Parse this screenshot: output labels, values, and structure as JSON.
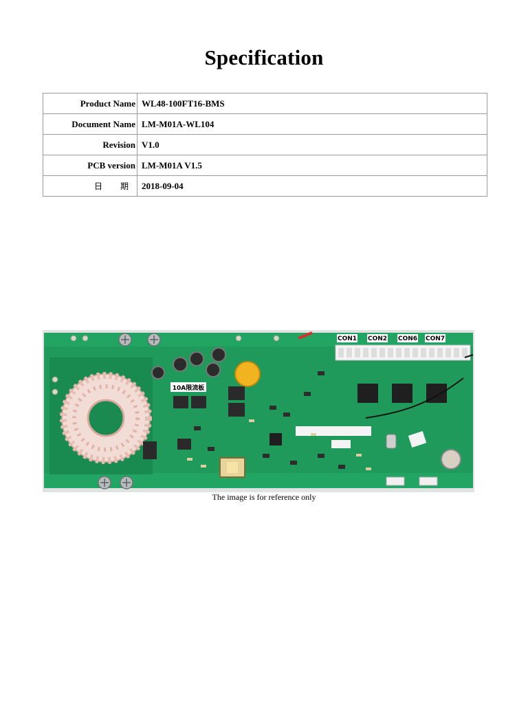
{
  "document": {
    "title": "Specification",
    "spec_rows": [
      {
        "label": "Product Name",
        "value": "WL48-100FT16-BMS"
      },
      {
        "label": "Document Name",
        "value": "LM-M01A-WL104"
      },
      {
        "label": "Revision",
        "value": "V1.0"
      },
      {
        "label": "PCB version",
        "value": "LM-M01A V1.5"
      },
      {
        "label": "日期",
        "value": "2018-09-04"
      }
    ],
    "photo": {
      "board_color": "#1e9a5a",
      "label_10a": "10A限流板",
      "connectors": [
        "CON1",
        "CON2",
        "CON6",
        "CON7"
      ]
    },
    "caption": "The image is for reference only"
  }
}
